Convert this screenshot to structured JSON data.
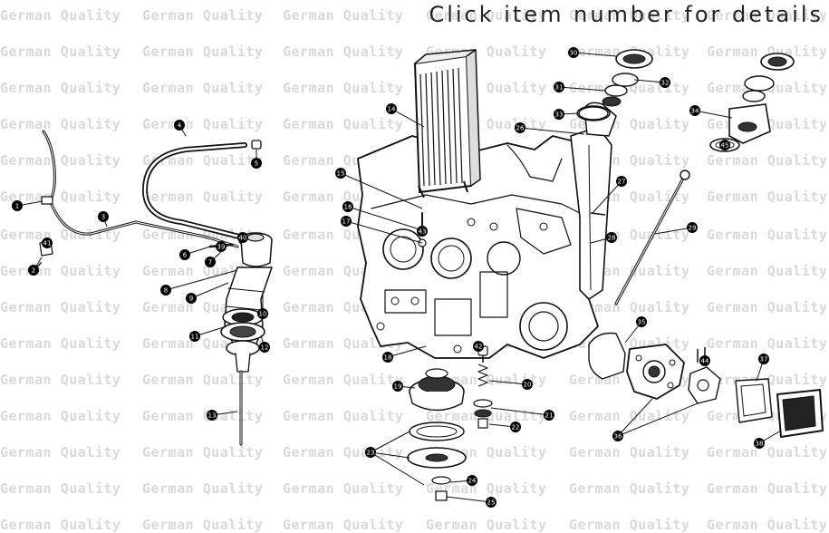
{
  "header": {
    "instruction": "Click item number for details"
  },
  "watermark": {
    "text": "German Quality",
    "color": "#d9d9d9"
  },
  "callouts": [
    {
      "id": "c1",
      "label": "1"
    },
    {
      "id": "c2",
      "label": "2"
    },
    {
      "id": "c3",
      "label": "3"
    },
    {
      "id": "c4",
      "label": "4"
    },
    {
      "id": "c5",
      "label": "5"
    },
    {
      "id": "c6",
      "label": "6"
    },
    {
      "id": "c7",
      "label": "7"
    },
    {
      "id": "c8",
      "label": "8"
    },
    {
      "id": "c9",
      "label": "9"
    },
    {
      "id": "c10",
      "label": "10"
    },
    {
      "id": "c11",
      "label": "11"
    },
    {
      "id": "c12",
      "label": "12"
    },
    {
      "id": "c13",
      "label": "13"
    },
    {
      "id": "c14",
      "label": "14"
    },
    {
      "id": "c15",
      "label": "15"
    },
    {
      "id": "c16",
      "label": "16"
    },
    {
      "id": "c17",
      "label": "17"
    },
    {
      "id": "c18",
      "label": "18"
    },
    {
      "id": "c19",
      "label": "19"
    },
    {
      "id": "c20",
      "label": "20"
    },
    {
      "id": "c21",
      "label": "21"
    },
    {
      "id": "c22",
      "label": "22"
    },
    {
      "id": "c23",
      "label": "23"
    },
    {
      "id": "c24",
      "label": "24"
    },
    {
      "id": "c25",
      "label": "25"
    },
    {
      "id": "c26",
      "label": "26"
    },
    {
      "id": "c27",
      "label": "27"
    },
    {
      "id": "c28",
      "label": "28"
    },
    {
      "id": "c29",
      "label": "29"
    },
    {
      "id": "c30",
      "label": "30"
    },
    {
      "id": "c31",
      "label": "31"
    },
    {
      "id": "c32",
      "label": "32"
    },
    {
      "id": "c33",
      "label": "33"
    },
    {
      "id": "c34",
      "label": "34"
    },
    {
      "id": "c35",
      "label": "35"
    },
    {
      "id": "c36",
      "label": "36"
    },
    {
      "id": "c37",
      "label": "37"
    },
    {
      "id": "c38",
      "label": "38"
    },
    {
      "id": "c39",
      "label": "39"
    },
    {
      "id": "c40",
      "label": "40"
    },
    {
      "id": "c41",
      "label": "41"
    },
    {
      "id": "c42",
      "label": "42"
    },
    {
      "id": "c43",
      "label": "43"
    },
    {
      "id": "c44",
      "label": "44"
    },
    {
      "id": "c45",
      "label": "45"
    }
  ]
}
